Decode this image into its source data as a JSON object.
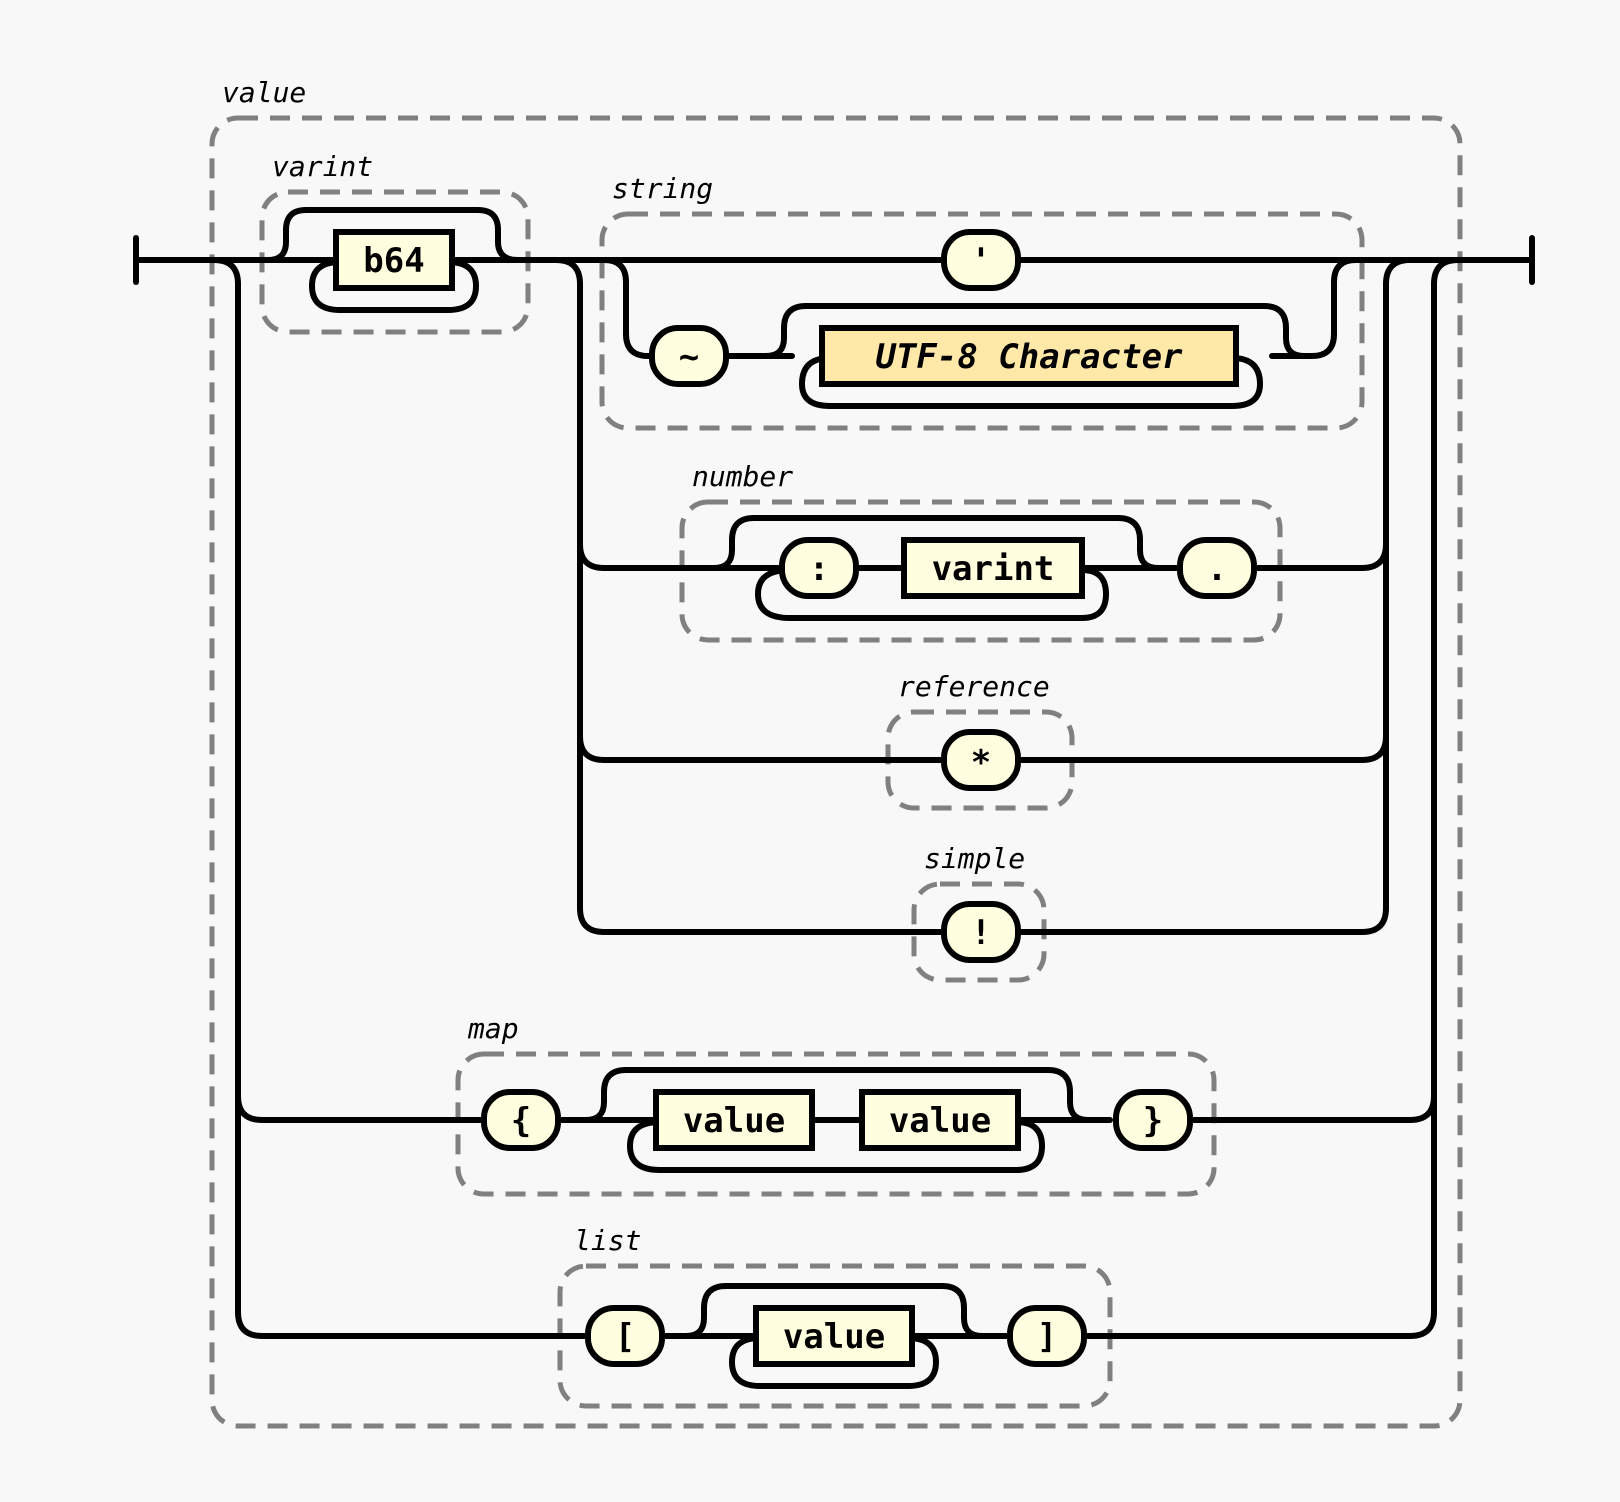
{
  "groups": {
    "value": "value",
    "varint": "varint",
    "string": "string",
    "number": "number",
    "reference": "reference",
    "simple": "simple",
    "map": "map",
    "list": "list"
  },
  "nodes": {
    "b64": "b64",
    "quote": "'",
    "tilde": "~",
    "utf8": "UTF-8 Character",
    "colon": ":",
    "varint_ref": "varint",
    "dot": ".",
    "star": "*",
    "bang": "!",
    "lbrace": "{",
    "map_key": "value",
    "map_val": "value",
    "rbrace": "}",
    "lbracket": "[",
    "list_item": "value",
    "rbracket": "]"
  },
  "colors": {
    "background": "#f8f8f8",
    "node_fill": "#ffffe0",
    "special_fill": "#ffe8a8",
    "group_border": "#808080",
    "track": "#000000"
  }
}
